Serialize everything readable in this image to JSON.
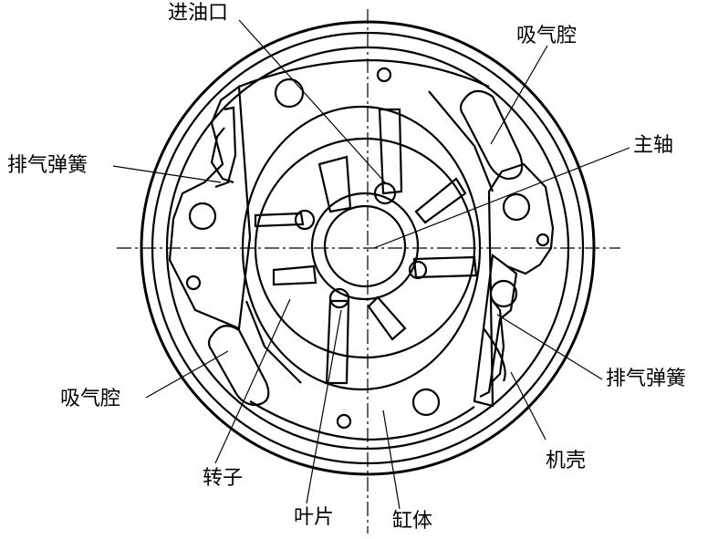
{
  "labels": {
    "inlet": "进油口",
    "suction_top": "吸气腔",
    "spring_left": "排气弹簧",
    "shaft": "主轴",
    "suction_left": "吸气腔",
    "spring_right": "排气弹簧",
    "rotor": "转子",
    "vane": "叶片",
    "cylinder": "缸体",
    "housing": "机壳"
  },
  "colors": {
    "line": "#000000",
    "background": "#ffffff"
  }
}
